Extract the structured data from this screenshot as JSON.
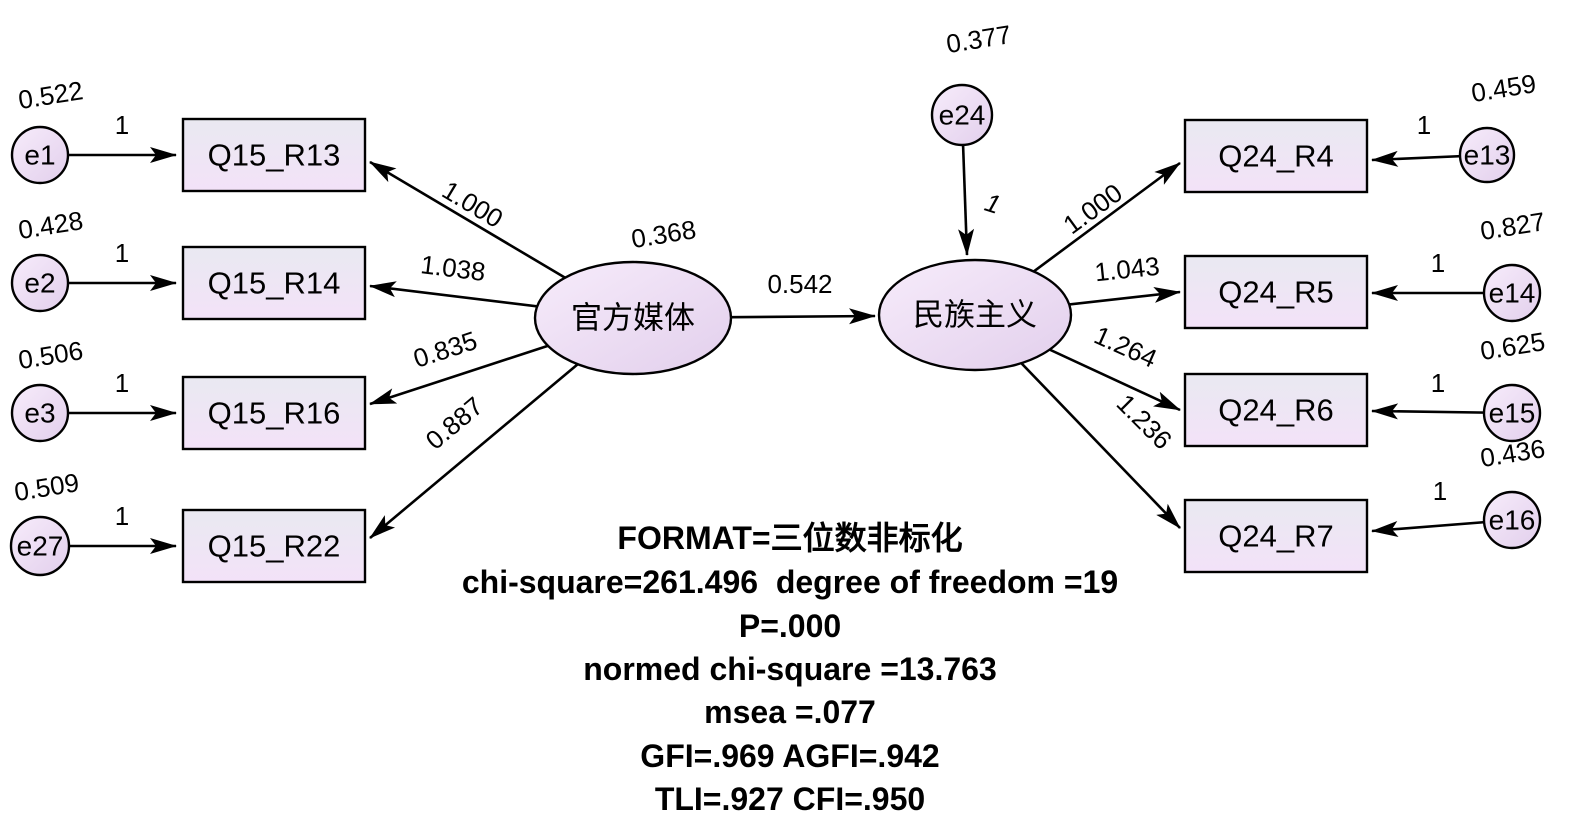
{
  "diagram": {
    "latent_left": {
      "label": "官方媒体",
      "variance": "0.368"
    },
    "latent_right": {
      "label": "民族主义"
    },
    "structural_path": "0.542",
    "disturbance": {
      "label": "e24",
      "variance": "0.377",
      "weight": "1"
    },
    "left_indicators": [
      {
        "box": "Q15_R13",
        "loading": "1.000",
        "error": "e1",
        "variance": "0.522",
        "weight": "1"
      },
      {
        "box": "Q15_R14",
        "loading": "1.038",
        "error": "e2",
        "variance": "0.428",
        "weight": "1"
      },
      {
        "box": "Q15_R16",
        "loading": "0.835",
        "error": "e3",
        "variance": "0.506",
        "weight": "1"
      },
      {
        "box": "Q15_R22",
        "loading": "0.887",
        "error": "e27",
        "variance": "0.509",
        "weight": "1"
      }
    ],
    "right_indicators": [
      {
        "box": "Q24_R4",
        "loading": "1.000",
        "error": "e13",
        "variance": "0.459",
        "weight": "1"
      },
      {
        "box": "Q24_R5",
        "loading": "1.043",
        "error": "e14",
        "variance": "0.827",
        "weight": "1"
      },
      {
        "box": "Q24_R6",
        "loading": "1.264",
        "error": "e15",
        "variance": "0.625",
        "weight": "1"
      },
      {
        "box": "Q24_R7",
        "loading": "1.236",
        "error": "e16",
        "variance": "0.436",
        "weight": "1"
      }
    ],
    "fit_lines": [
      "FORMAT=三位数非标化",
      "chi-square=261.496  degree of freedom =19",
      "P=.000",
      "normed chi-square =13.763",
      "msea =.077",
      "GFI=.969 AGFI=.942",
      "TLI=.927 CFI=.950"
    ]
  },
  "colors": {
    "background": "#ffffff",
    "stroke": "#000000",
    "box_fill_light": "#e9e9f1",
    "box_fill_dark": "#f3e2f8",
    "shape_fill_light": "#f7ecfb",
    "shape_fill_dark": "#e2cfec"
  }
}
